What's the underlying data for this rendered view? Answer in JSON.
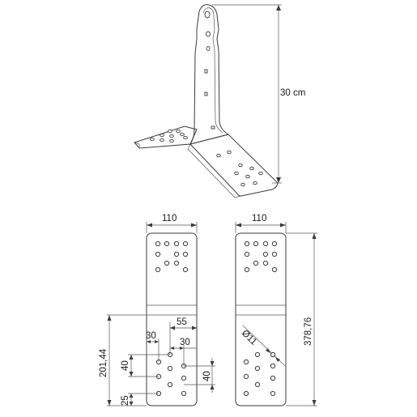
{
  "labels": {
    "height_3d": "30 cm",
    "width_left": "110",
    "width_right": "110",
    "total_height": "378,76",
    "partial_height": "201,44",
    "offset_55": "55",
    "spacing_30_a": "30",
    "spacing_30_b": "30",
    "spacing_40_left": "40",
    "spacing_40_right": "40",
    "bottom_25": "25",
    "hole_diameter": "Ø11"
  },
  "colors": {
    "line": "#3a3a3a",
    "text": "#1a1a1a",
    "background": "#ffffff"
  }
}
